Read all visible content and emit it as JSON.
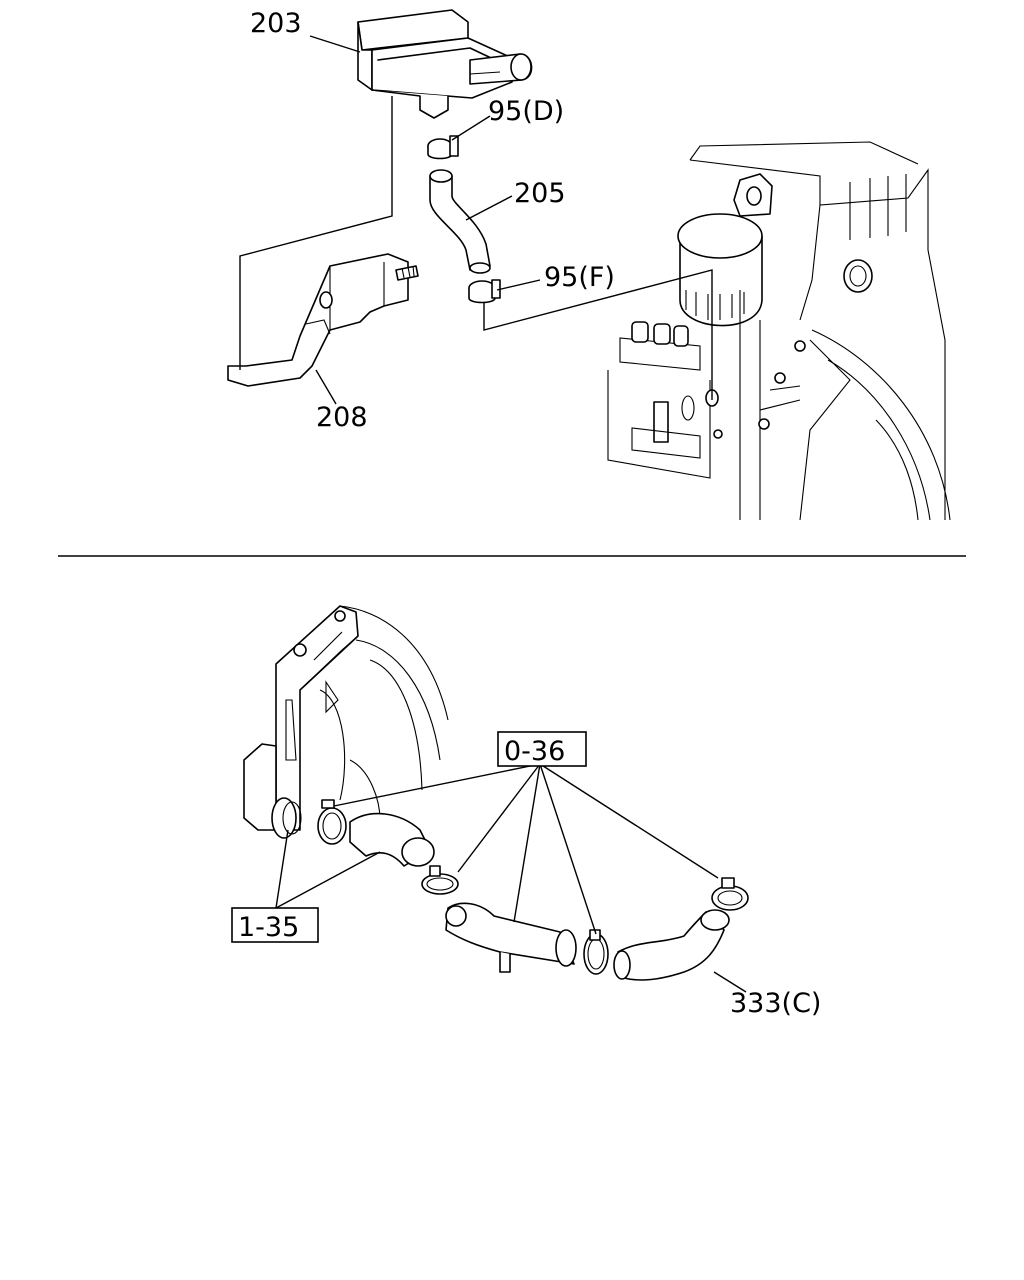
{
  "callouts": {
    "p203": "203",
    "p95d": "95(D)",
    "p205": "205",
    "p95f": "95(F)",
    "p208": "208",
    "p036": "0-36",
    "p135": "1-35",
    "p333c": "333(C)"
  }
}
